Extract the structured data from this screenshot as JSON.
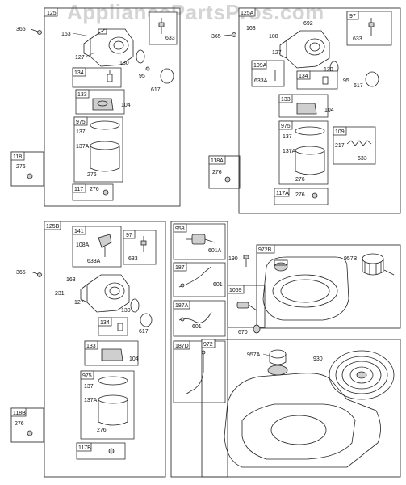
{
  "watermark": "AppliancePartsPros.com",
  "sections": {
    "s125": {
      "title": "125",
      "labels": {
        "a163": "163",
        "a365": "365",
        "a127": "127",
        "a130": "130",
        "a95": "95",
        "a617": "617",
        "a633": "633",
        "a134": "134",
        "a133": "133",
        "a104": "104",
        "a975": "975",
        "a137": "137",
        "a137a": "137A",
        "a276": "276",
        "a117": "117",
        "a276b": "276"
      }
    },
    "s118": {
      "title": "118",
      "labels": {
        "a276": "276"
      }
    },
    "s125a": {
      "title": "125A",
      "labels": {
        "a163": "163",
        "a108": "108",
        "a692": "692",
        "a97": "97",
        "a633": "633",
        "a365": "365",
        "a127": "127",
        "a109a": "109A",
        "a633a": "633A",
        "a130": "130",
        "a134": "134",
        "a95": "95",
        "a617": "617",
        "a133": "133",
        "a104": "104",
        "a975": "975",
        "a137": "137",
        "a137a": "137A",
        "a276": "276",
        "a109": "109",
        "a217": "217",
        "a633b": "633",
        "a117a": "117A",
        "a276b": "276"
      }
    },
    "s118a": {
      "title": "118A",
      "labels": {
        "a276": "276"
      }
    },
    "s125b": {
      "title": "125B",
      "labels": {
        "a141": "141",
        "a108a": "108A",
        "a633a": "633A",
        "a97": "97",
        "a633": "633",
        "a365": "365",
        "a163": "163",
        "a231": "231",
        "a127": "127",
        "a130": "130",
        "a134": "134",
        "a617": "617",
        "a133": "133",
        "a104": "104",
        "a975": "975",
        "a137": "137",
        "a137a": "137A",
        "a276": "276",
        "a117b": "117B"
      }
    },
    "s118b": {
      "title": "118B",
      "labels": {
        "a276": "276"
      }
    },
    "s958": {
      "title": "958",
      "labels": {
        "a601a": "601A"
      }
    },
    "s187": {
      "title": "187",
      "labels": {
        "a601": "601"
      }
    },
    "s187a": {
      "title": "187A",
      "labels": {
        "a601": "601"
      }
    },
    "s187d": {
      "title": "187D"
    },
    "s972b": {
      "title": "972B",
      "labels": {
        "a957b": "957B"
      }
    },
    "s1059": {
      "title": "1059"
    },
    "s972": {
      "title": "972",
      "labels": {
        "a957a": "957A",
        "a930": "930"
      }
    },
    "loose": {
      "a190": "190",
      "a670": "670"
    }
  }
}
